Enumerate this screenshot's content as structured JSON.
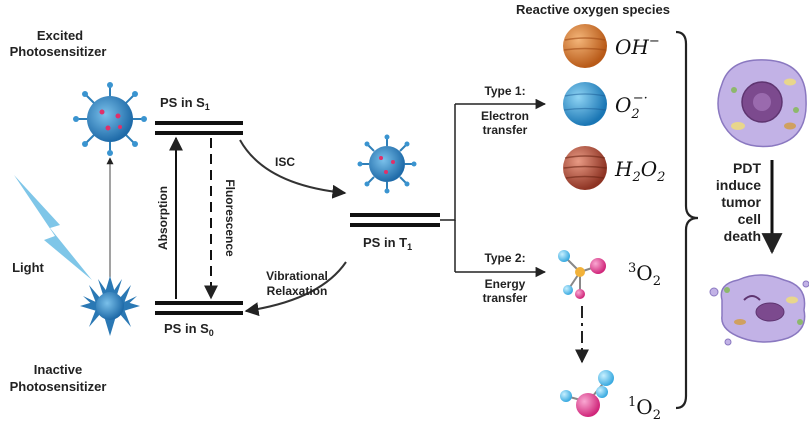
{
  "labels": {
    "excited_line1": "Excited",
    "excited_line2": "Photosensitizer",
    "inactive_line1": "Inactive",
    "inactive_line2": "Photosensitizer",
    "light": "Light",
    "ps_s1": "PS in S",
    "ps_s1_sub": "1",
    "ps_s0": "PS in S",
    "ps_s0_sub": "0",
    "ps_t1": "PS in T",
    "ps_t1_sub": "1",
    "absorption": "Absorption",
    "fluorescence": "Fluorescence",
    "isc": "ISC",
    "vib1": "Vibrational",
    "vib2": "Relaxation",
    "type1_line1": "Type 1:",
    "type1_line2": "Electron",
    "type1_line3": "transfer",
    "type2_line1": "Type 2:",
    "type2_line2": "Energy",
    "type2_line3": "transfer",
    "ros_title": "Reactive oxygen species",
    "oh_main": "OH",
    "oh_sup": "−",
    "o2_main": "O",
    "o2_sub": "2",
    "o2_sup": "−·",
    "h2o2_h": "H",
    "h2o2_2a": "2",
    "h2o2_o": "O",
    "h2o2_2b": "2",
    "triplet_sup": "3",
    "triplet_main": "O",
    "triplet_sub": "2",
    "singlet_sup": "1",
    "singlet_main": "O",
    "singlet_sub": "2",
    "pdt1": "PDT",
    "pdt2": "induce",
    "pdt3": "tumor",
    "pdt4": "cell",
    "pdt5": "death"
  },
  "colors": {
    "hydroxyl_sphere": "#d87a2e",
    "superoxide_sphere": "#2a9ad8",
    "peroxide_sphere": "#b8503c",
    "lightning": "#7fc6e8",
    "photosensitizer": "#3a8fc8",
    "cell": "#b8a6e0"
  }
}
